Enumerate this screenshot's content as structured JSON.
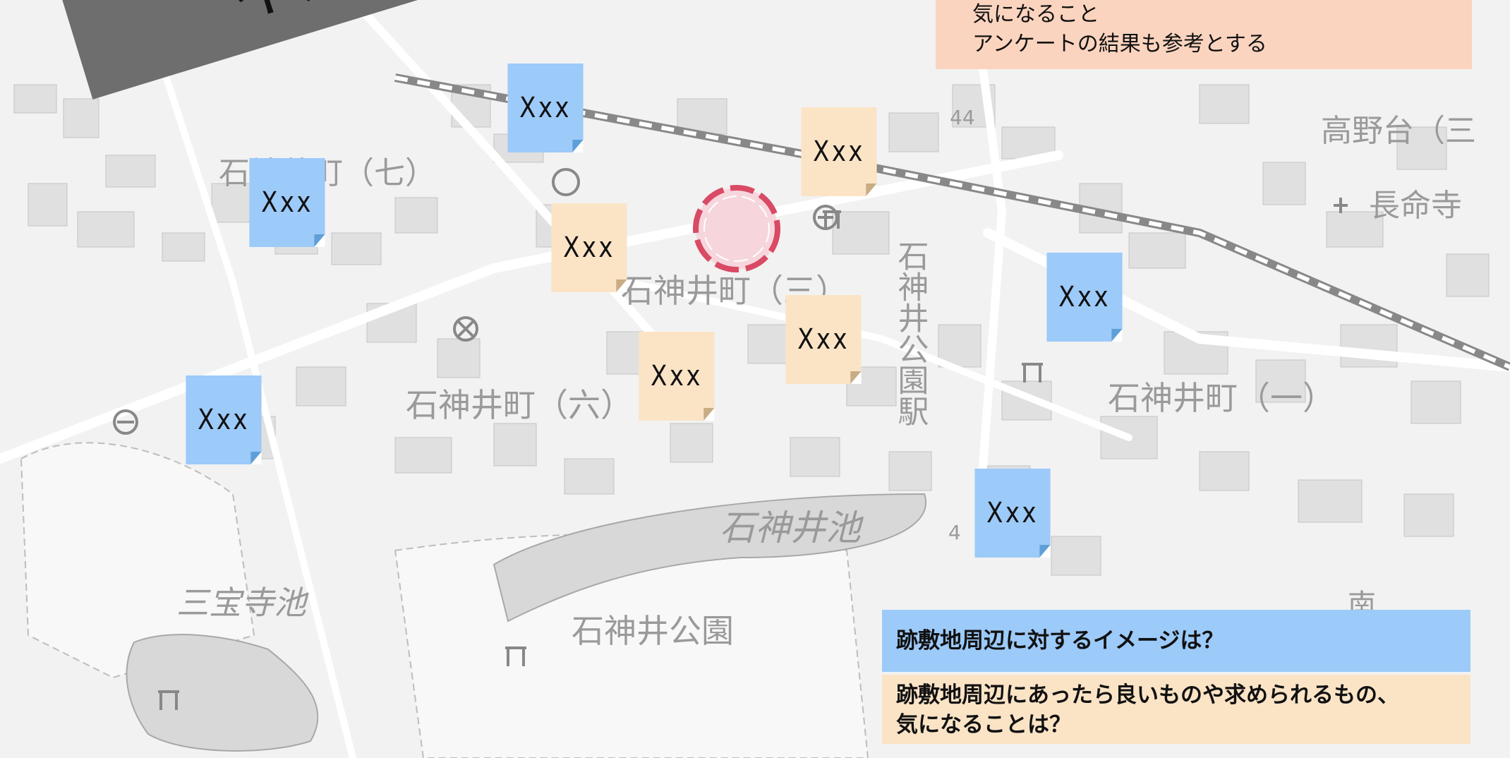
{
  "banner": {
    "text": "イメージ"
  },
  "top_note": {
    "line1": "気になること",
    "line2": "アンケートの結果も参考とする"
  },
  "map_labels": {
    "takanodai": "高野台（三",
    "chomeiji": "長命寺",
    "shakuji_7": "石神井町（七）",
    "shakuji_3": "石神井町（三）",
    "shakuji_6": "石神井町（六）",
    "shakuji_1": "石神井町（一）",
    "station": "石神井公園駅",
    "pond": "石神井池",
    "park": "石神井公園",
    "sanpoji": "三宝寺池",
    "elev_44": "44",
    "elev_4": "4",
    "minami": "南"
  },
  "stickies": [
    {
      "text": "Xxx",
      "color": "blue"
    },
    {
      "text": "Xxx",
      "color": "blue"
    },
    {
      "text": "Xxx",
      "color": "beige"
    },
    {
      "text": "Xxx",
      "color": "beige"
    },
    {
      "text": "Xxx",
      "color": "beige"
    },
    {
      "text": "Xxx",
      "color": "beige"
    },
    {
      "text": "Xxx",
      "color": "blue"
    },
    {
      "text": "Xxx",
      "color": "blue"
    },
    {
      "text": "Xxx",
      "color": "blue"
    }
  ],
  "questions": {
    "q1": "跡敷地周辺に対するイメージは？",
    "q2_line1": "跡敷地周辺にあったら良いものや求められるもの、",
    "q2_line2": "気になることは？"
  },
  "colors": {
    "blue_note": "#9ccaf9",
    "beige_note": "#fbe4c6",
    "peach_note": "#fbd4bf",
    "banner_gray": "#6e6e6e",
    "site_marker": "#d94a64"
  }
}
